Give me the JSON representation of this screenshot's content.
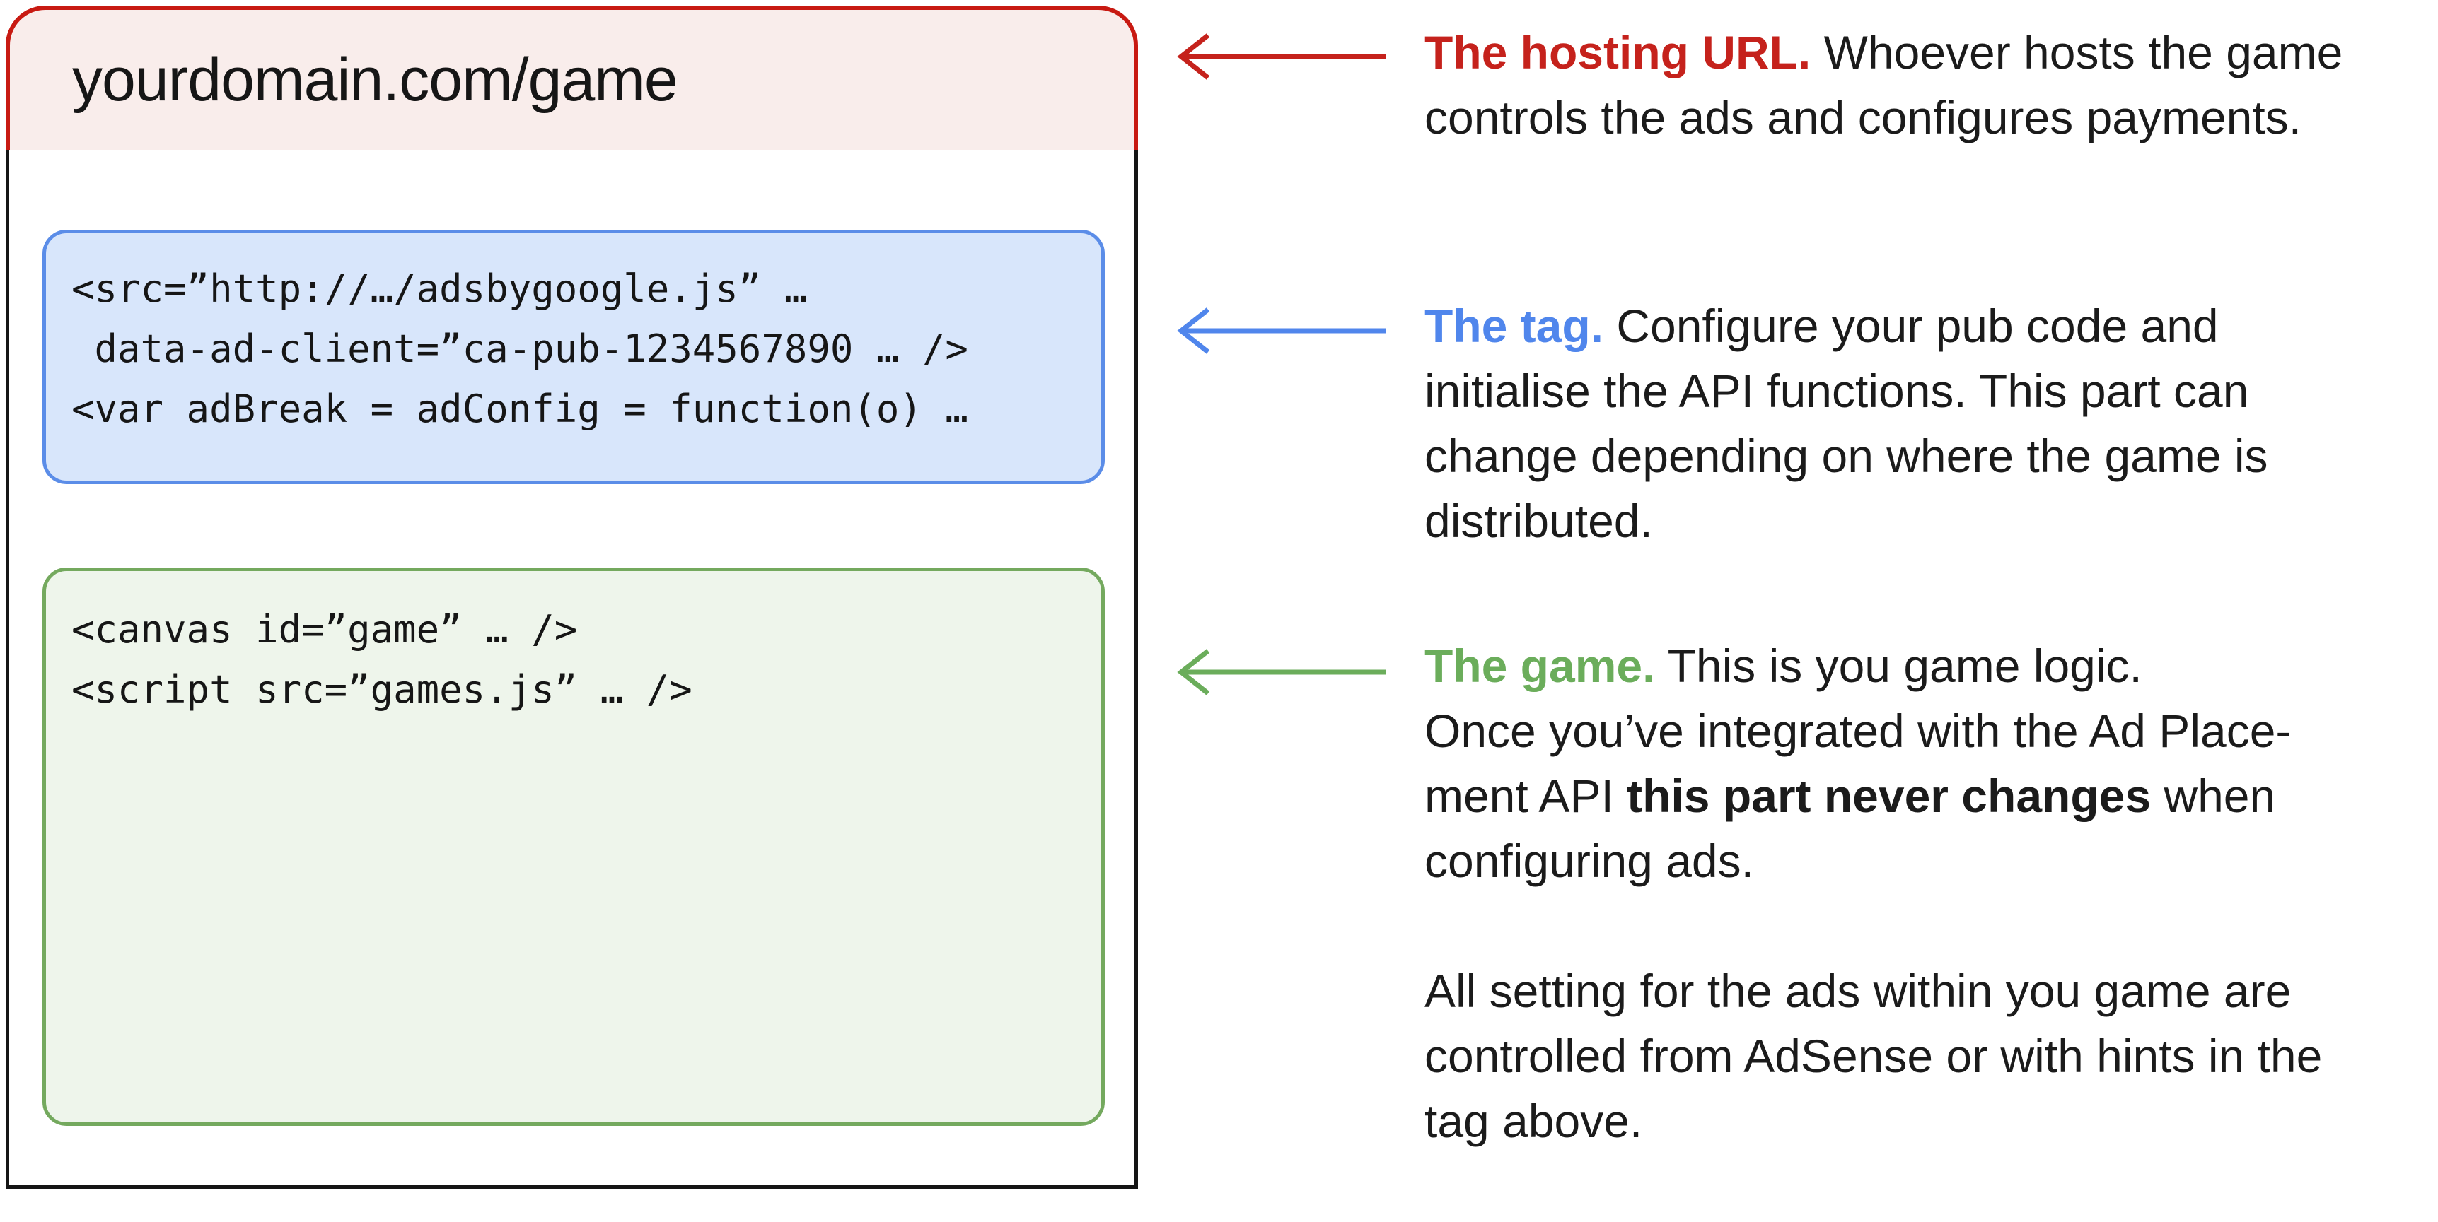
{
  "browser": {
    "url": "yourdomain.com/game",
    "tag_code": "<src=”http://…/adsbygoogle.js” …\n data-ad-client=”ca-pub-1234567890 … />\n<var adBreak = adConfig = function(o) …",
    "game_code": "<canvas id=”game” … />\n<script src=”games.js” … />"
  },
  "annotations": {
    "hosting": {
      "lead": "The hosting URL.",
      "body": " Whoever hosts the game\ncontrols the ads and configures payments."
    },
    "tag": {
      "lead": "The tag.",
      "body": " Configure your pub code and\ninitialise the API functions. This part can\nchange depending on where the game is\ndistributed."
    },
    "game": {
      "lead": "The game.",
      "body_before": " This is you game logic.\nOnce you’ve integrated with the Ad Place-\nment API ",
      "bold": "this part never changes",
      "body_after": " when\nconfiguring ads."
    },
    "settings": {
      "body": "All setting for the ads within you game are\ncontrolled from AdSense or with hints in the\ntag above."
    }
  },
  "colors": {
    "red_accent": "#c5221c",
    "red_bar_border": "#c81a12",
    "red_bar_fill": "#f9edeb",
    "blue_accent": "#5086ec",
    "blue_box_border": "#5b8de8",
    "blue_box_fill": "#d8e6fb",
    "green_accent": "#6bad5b",
    "green_box_border": "#74a95e",
    "green_box_fill": "#eef5eb",
    "window_border": "#151515"
  },
  "icons": {
    "red_arrow": "left-arrow",
    "blue_arrow": "left-arrow",
    "green_arrow": "left-arrow"
  }
}
